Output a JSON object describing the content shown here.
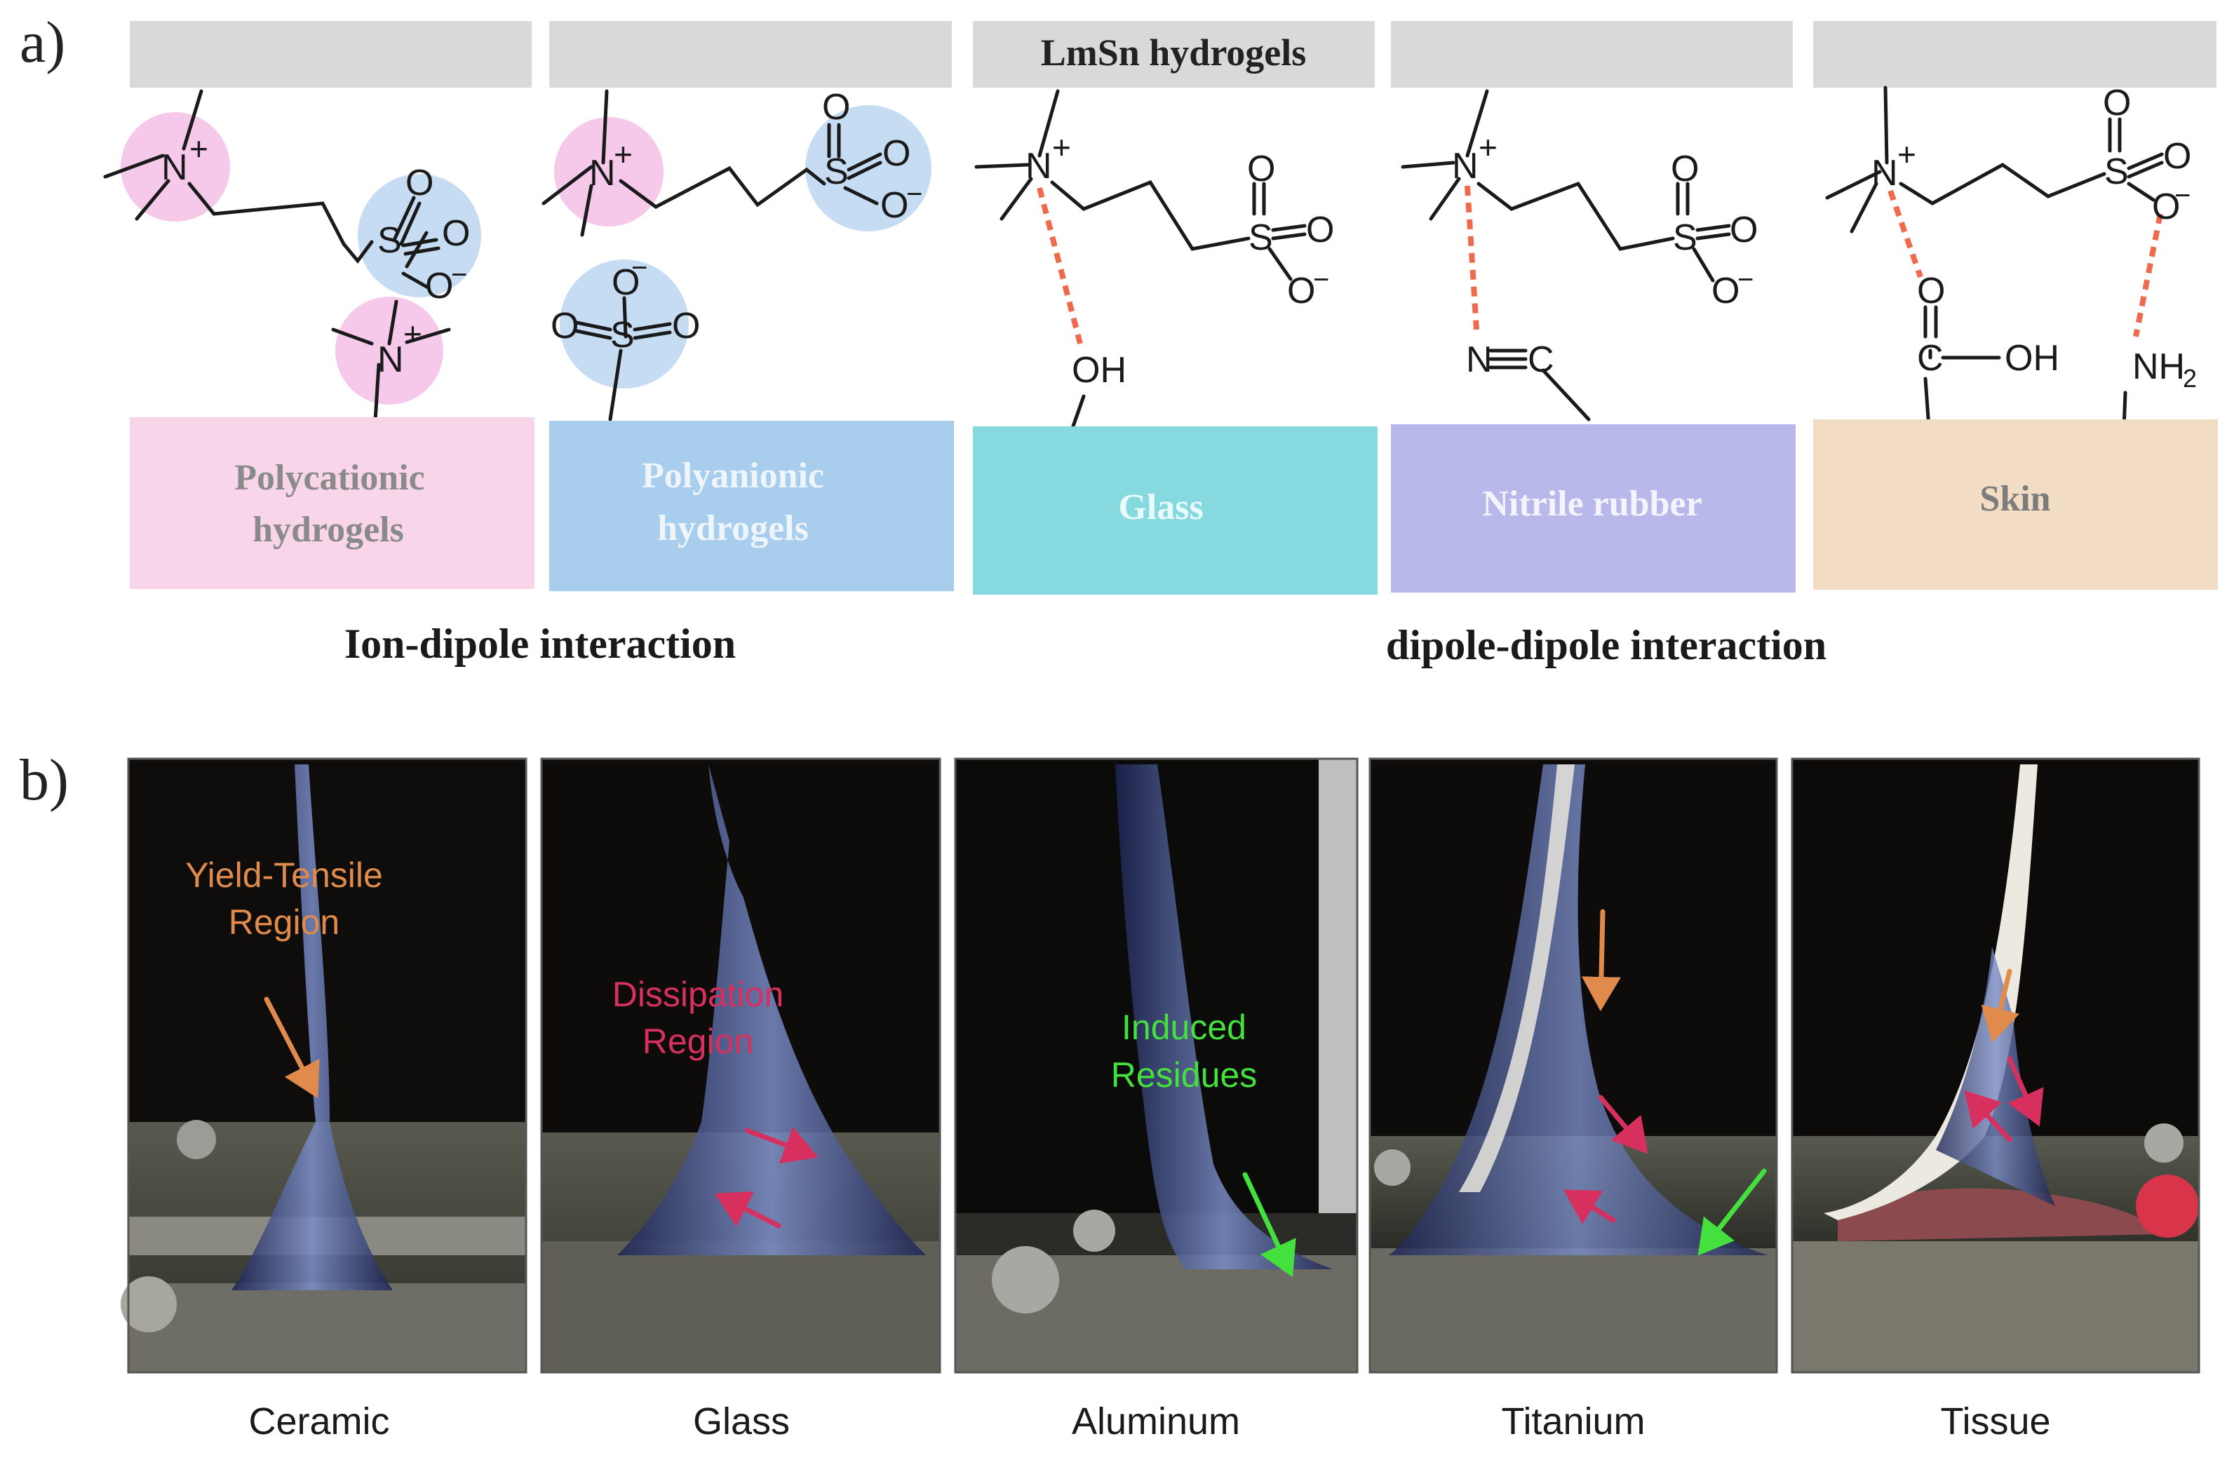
{
  "panel_a": {
    "label": "a)",
    "header": "LmSn hydrogels",
    "boxes": [
      {
        "line1": "Polycationic",
        "line2": "hydrogels",
        "color": "#f9d5e9",
        "text_color": "#8a8a8a"
      },
      {
        "line1": "Polyanionic",
        "line2": "hydrogels",
        "color": "#a9cdec",
        "text_color": "#eef5fb"
      },
      {
        "line1": "Glass",
        "line2": "",
        "color": "#85d9df",
        "text_color": "#e9fbfc"
      },
      {
        "line1": "Nitrile rubber",
        "line2": "",
        "color": "#b8b8ea",
        "text_color": "#f4f4ff"
      },
      {
        "line1": "Skin",
        "line2": "",
        "color": "#f3dcc4",
        "text_color": "#7c7c7c"
      }
    ],
    "interactions": [
      "Ion-dipole interaction",
      "dipole-dipole interaction"
    ],
    "chem_labels": {
      "n_plus": "N",
      "plus": "+",
      "sulfur": "S",
      "oxygen": "O",
      "o_minus": "O",
      "minus": "−",
      "hydroxyl": "OH",
      "nitrile_n": "N",
      "nitrile_c": "C",
      "carbonyl_c": "C",
      "carboxyl_oh": "OH",
      "amine": "NH",
      "amine_sub": "2"
    },
    "colors": {
      "cation_circle": "#f6c8ea",
      "anion_circle": "#c6dcf3",
      "dashed_bond": "#ef6a4c",
      "header_bar": "#d9d9d9"
    }
  },
  "panel_b": {
    "label": "b)",
    "photos": [
      "Ceramic",
      "Glass",
      "Aluminum",
      "Titanium",
      "Tissue"
    ],
    "annotations": {
      "yield_line1": "Yield-Tensile",
      "yield_line2": "Region",
      "dissipation_line1": "Dissipation",
      "dissipation_line2": "Region",
      "residue_line1": "Induced",
      "residue_line2": "Residues"
    },
    "colors": {
      "yield": "#e08b4c",
      "dissipation": "#d7305f",
      "residue": "#44e03e"
    }
  }
}
